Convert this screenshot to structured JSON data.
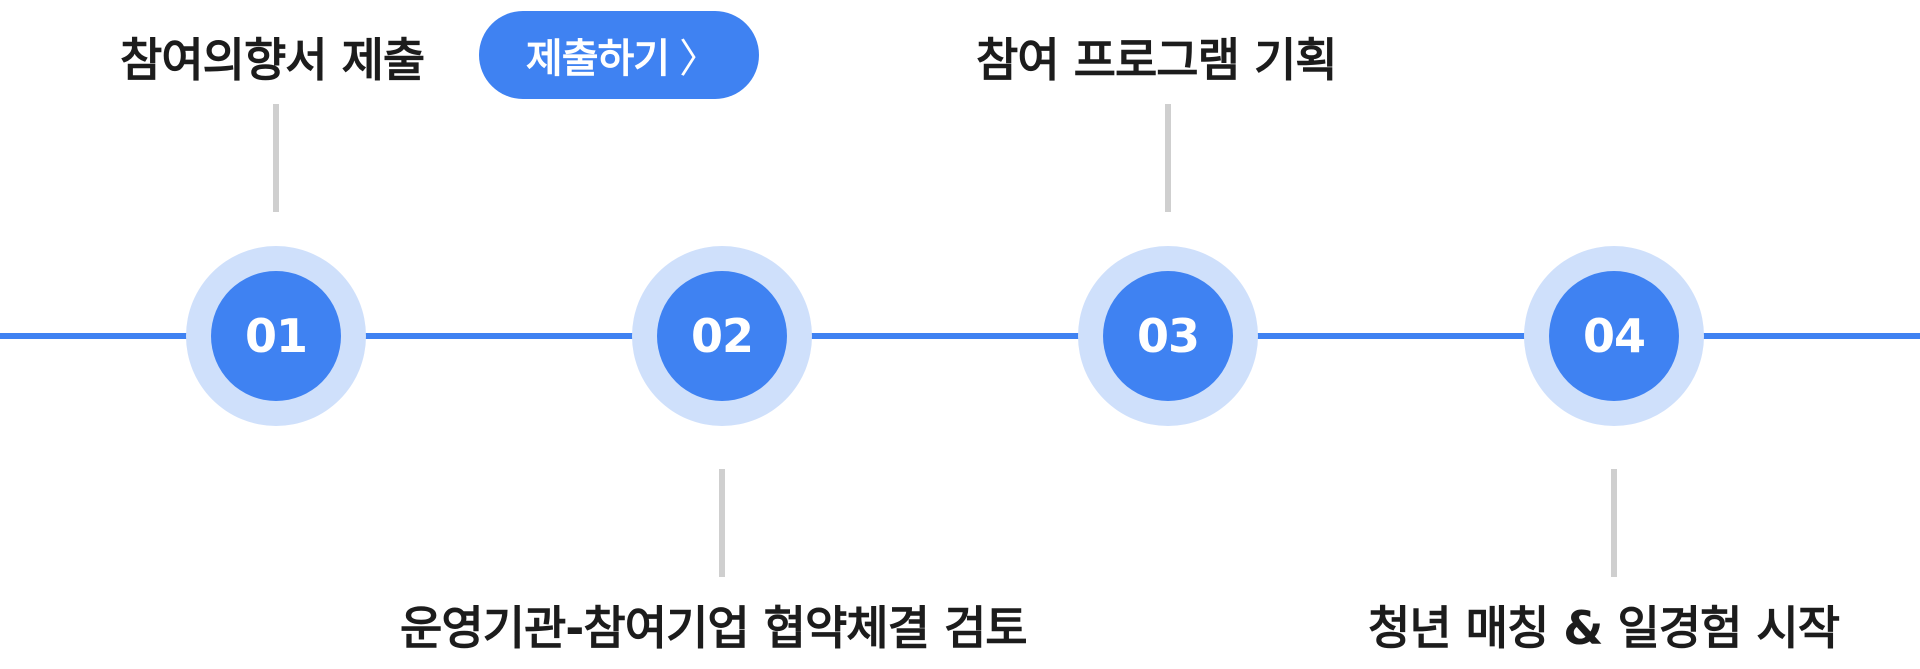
{
  "colors": {
    "accent": "#3f82f2",
    "accent_light": "#cfe0fb",
    "connector": "#cfcfcf",
    "text": "#1c1c1c"
  },
  "submit_button": {
    "label": "제출하기",
    "icon": "chevron-right-icon",
    "glyph": "〉"
  },
  "steps": [
    {
      "number": "01",
      "label": "참여의향서 제출",
      "label_position": "top"
    },
    {
      "number": "02",
      "label": "운영기관-참여기업 협약체결 검토",
      "label_position": "bottom"
    },
    {
      "number": "03",
      "label": "참여 프로그램 기획",
      "label_position": "top"
    },
    {
      "number": "04",
      "label": "청년 매칭 & 일경험 시작",
      "label_position": "bottom"
    }
  ]
}
